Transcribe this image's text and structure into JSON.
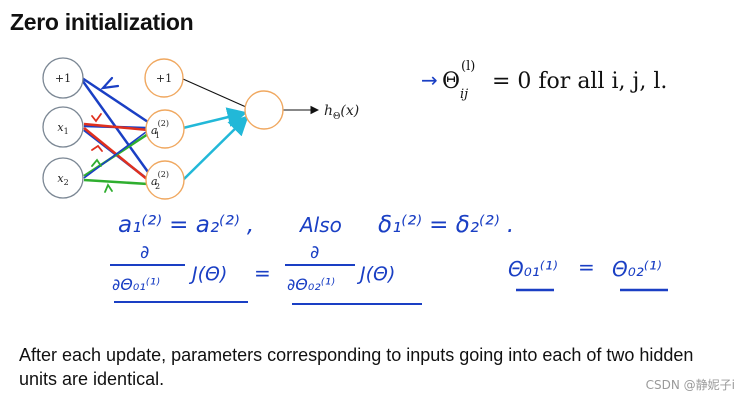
{
  "title": "Zero initialization",
  "network": {
    "input_nodes": [
      "+1",
      "x",
      "x"
    ],
    "input_subscripts": [
      "",
      "1",
      "2"
    ],
    "hidden_bias": "+1",
    "hidden_nodes": [
      {
        "base": "a",
        "sub": "1",
        "sup": "(2)"
      },
      {
        "base": "a",
        "sub": "2",
        "sup": "(2)"
      }
    ],
    "output_base": "h",
    "output_sub": "Θ",
    "output_arg": "(x)"
  },
  "formula": {
    "arrow": "→",
    "theta": "Θ",
    "sup": "(l)",
    "sub": "ij",
    "equals": "= 0 for all i, j, l."
  },
  "handwriting": {
    "line1_left": "a₁⁽²⁾ = a₂⁽²⁾ ,",
    "line1_also": "Also",
    "line1_right": "δ₁⁽²⁾ = δ₂⁽²⁾ .",
    "line2_deriv1_num": "∂",
    "line2_deriv1_den": "∂Θ₀₁⁽¹⁾",
    "line2_J1": "J(Θ)",
    "line2_eq": "=",
    "line2_deriv2_num": "∂",
    "line2_deriv2_den": "∂Θ₀₂⁽¹⁾",
    "line2_J2": "J(Θ)",
    "line2_theta1": "Θ₀₁⁽¹⁾",
    "line2_eq2": "=",
    "line2_theta2": "Θ₀₂⁽¹⁾"
  },
  "caption": "After each update, parameters corresponding to inputs going into each of two hidden units are identical.",
  "watermark": "CSDN @静妮子i",
  "colors": {
    "pen_blue": "#1a3fc4",
    "pen_red": "#e0301e",
    "pen_green": "#2fae2f",
    "pen_cyan": "#22b8d8",
    "hidden_node_stroke": "#f0a860",
    "input_node_stroke": "#7b8794"
  }
}
